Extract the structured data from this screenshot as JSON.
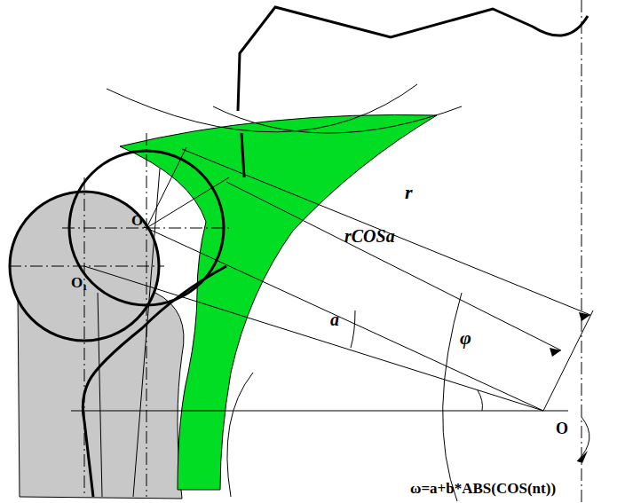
{
  "diagram": {
    "labels": [
      "O₂",
      "O₁",
      "r",
      "rCOSa",
      "a",
      "φ",
      "O",
      "ω=a+b*ABS(COS(nt))"
    ]
  }
}
